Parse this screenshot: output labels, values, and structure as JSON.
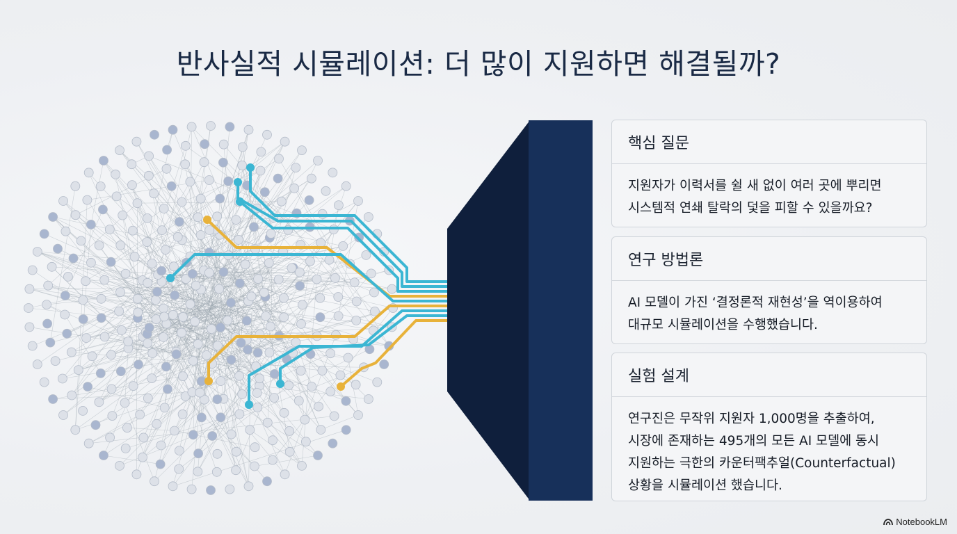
{
  "title": "반사실적 시뮬레이션: 더 많이 지원하면 해결될까?",
  "cards": [
    {
      "heading": "핵심 질문",
      "lines": [
        "지원자가 이력서를 쉴 새 없이 여러 곳에 뿌리면",
        "시스템적 연쇄 탈락의 덫을 피할 수 있을까요?"
      ]
    },
    {
      "heading": "연구 방법론",
      "lines": [
        "AI 모델이 가진 ‘결정론적 재현성’을 역이용하여",
        "대규모 시뮬레이션을 수행했습니다."
      ]
    },
    {
      "heading": "실험 설계",
      "lines": [
        "연구진은 무작위 지원자 1,000명을 추출하여,",
        "시장에 존재하는 495개의 모든 AI 모델에 동시",
        "지원하는 극한의 카운터팩추얼(Counterfactual)",
        "상황을 시뮬레이션 했습니다."
      ]
    }
  ],
  "brand": "NotebookLM",
  "colors": {
    "title": "#1a2a45",
    "wall_front": "#17305a",
    "wall_side": "#0f1f3c",
    "wire_cyan": "#3bb6d3",
    "wire_gold": "#e8b23a",
    "node_fill": "#dde1e8",
    "node_fill_dark": "#a9b6cf",
    "node_stroke": "#b4bcc9",
    "link": "#9aa3ad"
  }
}
